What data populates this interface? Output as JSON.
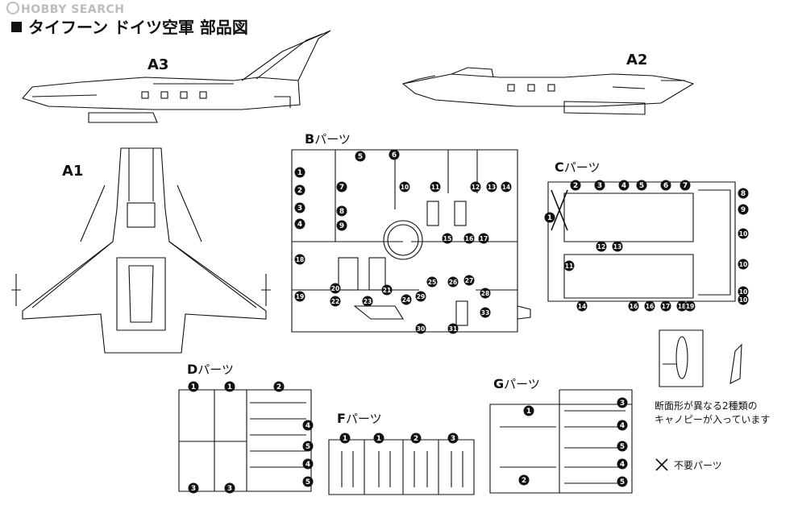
{
  "watermark": "HOBBY SEARCH",
  "title": "タイフーン ドイツ空軍 部品図",
  "parts": {
    "a1": "A1",
    "a2": "A2",
    "a3": "A3"
  },
  "sprues": {
    "B": {
      "letter": "B",
      "suffix": "パーツ",
      "numbers": [
        "1",
        "2",
        "3",
        "4",
        "5",
        "6",
        "7",
        "8",
        "9",
        "10",
        "11",
        "12",
        "13",
        "14",
        "15",
        "16",
        "17",
        "18",
        "19",
        "20",
        "21",
        "22",
        "23",
        "24",
        "25",
        "26",
        "27",
        "28",
        "29",
        "30",
        "31",
        "33"
      ]
    },
    "C": {
      "letter": "C",
      "suffix": "パーツ",
      "numbers": [
        "1",
        "2",
        "3",
        "4",
        "5",
        "6",
        "7",
        "8",
        "9",
        "10",
        "10",
        "10",
        "10",
        "11",
        "12",
        "13",
        "14",
        "16",
        "16",
        "17",
        "18",
        "19"
      ]
    },
    "D": {
      "letter": "D",
      "suffix": "パーツ",
      "numbers": [
        "1",
        "1",
        "2",
        "3",
        "3",
        "4",
        "5",
        "4",
        "5"
      ]
    },
    "F": {
      "letter": "F",
      "suffix": "パーツ",
      "numbers": [
        "1",
        "1",
        "2",
        "3"
      ]
    },
    "G": {
      "letter": "G",
      "suffix": "パーツ",
      "numbers": [
        "1",
        "2",
        "3",
        "4",
        "5",
        "4",
        "5"
      ]
    }
  },
  "canopy_note": {
    "line1": "断面形が異なる2種類の",
    "line2": "キャノピーが入っています"
  },
  "legend": {
    "unused": "不要パーツ",
    "unused_icon": "x-mark-icon"
  }
}
